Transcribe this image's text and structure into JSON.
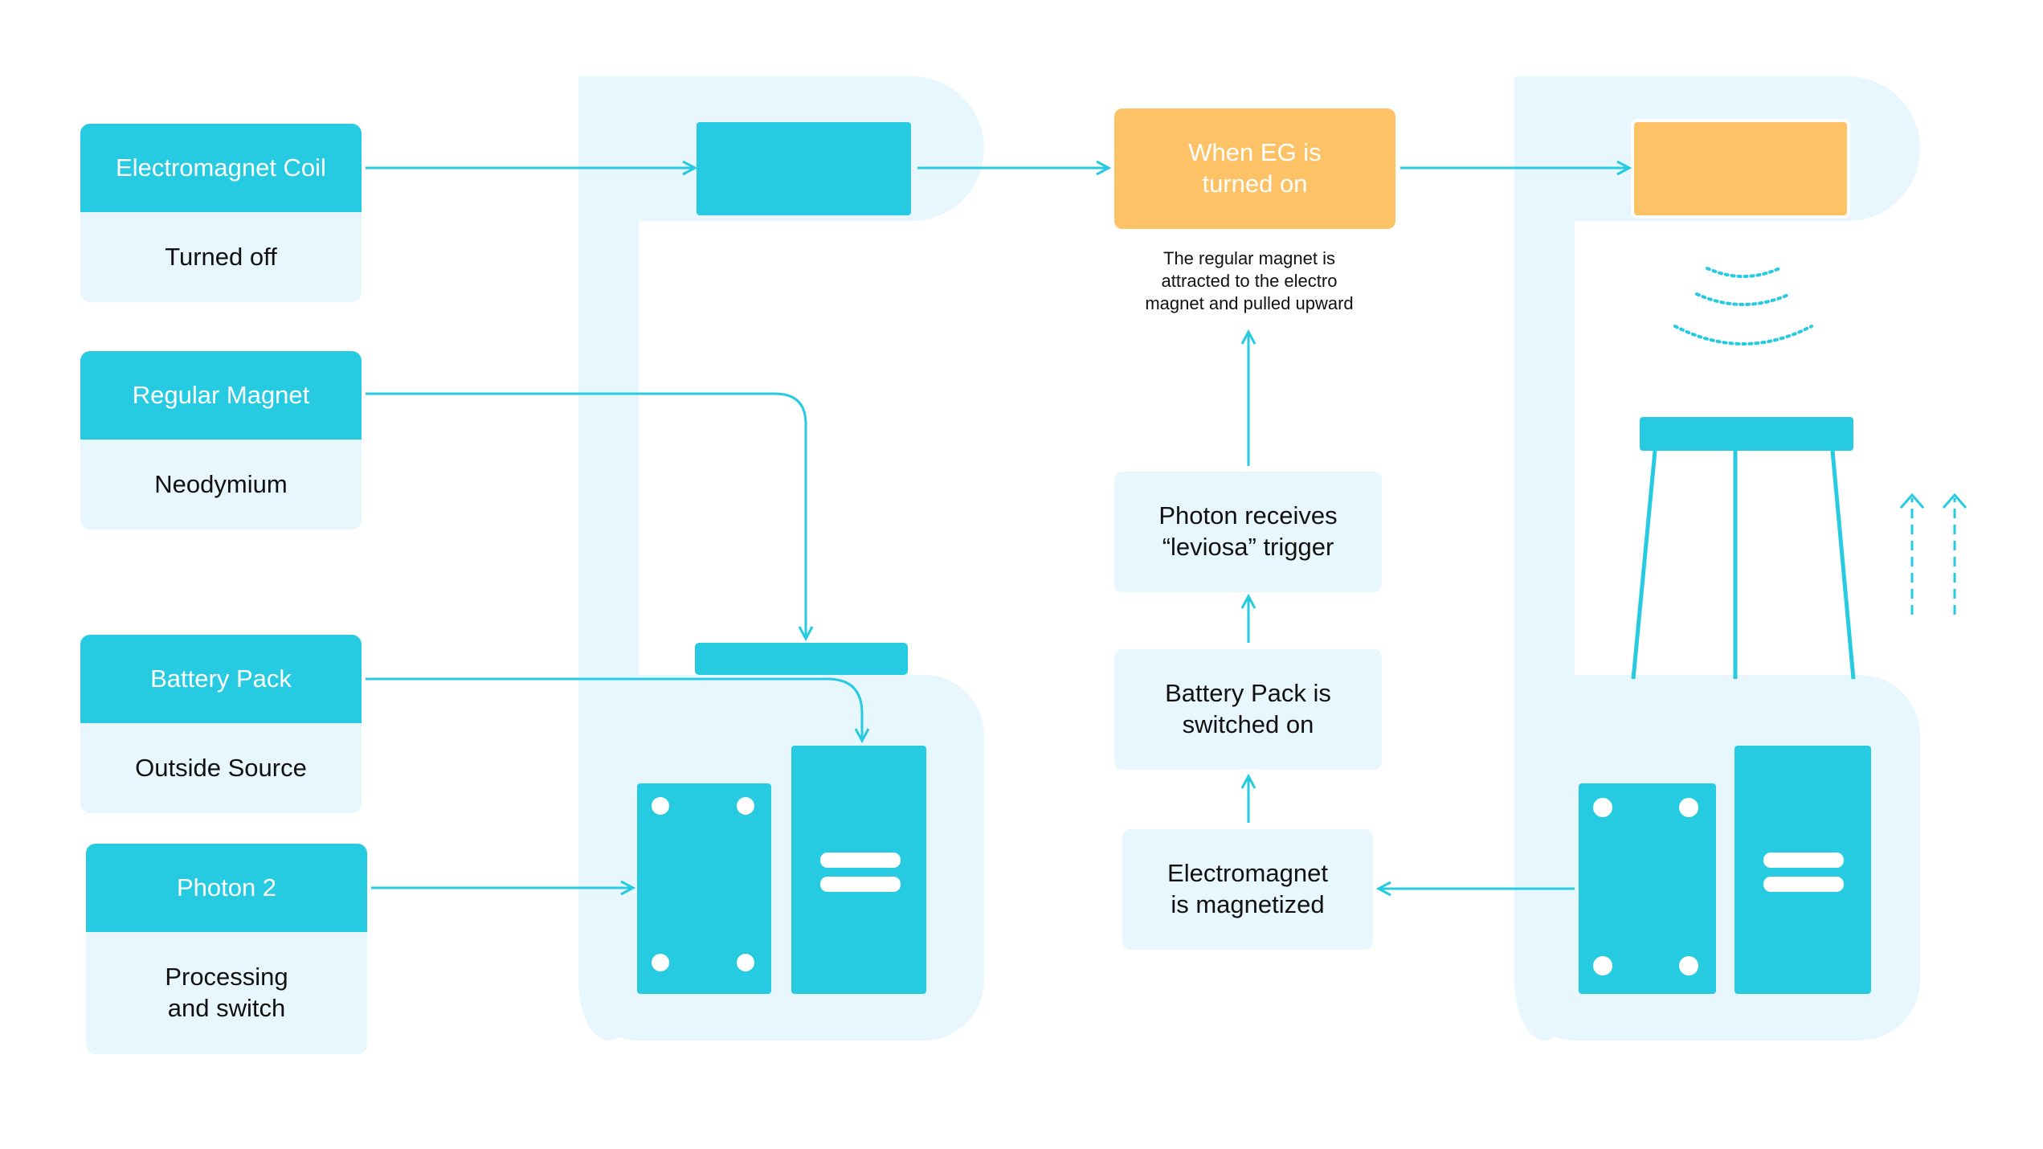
{
  "colors": {
    "accent": "#26cbe2",
    "panel": "#e8f6fd",
    "orange": "#fdc266",
    "text": "#111111"
  },
  "legend": [
    {
      "title": "Electromagnet Coil",
      "desc": "Turned off"
    },
    {
      "title": "Regular Magnet",
      "desc": "Neodymium"
    },
    {
      "title": "Battery Pack",
      "desc": "Outside Source"
    },
    {
      "title": "Photon 2",
      "desc": "Processing\n and switch"
    }
  ],
  "orange_box": "When EG is\nturned on",
  "note": "The regular magnet is\nattracted to the electro\nmagnet and pulled upward",
  "steps": [
    "Photon receives\n“leviosa” trigger",
    "Battery Pack is\nswitched on",
    "Electromagnet\nis magnetized"
  ]
}
